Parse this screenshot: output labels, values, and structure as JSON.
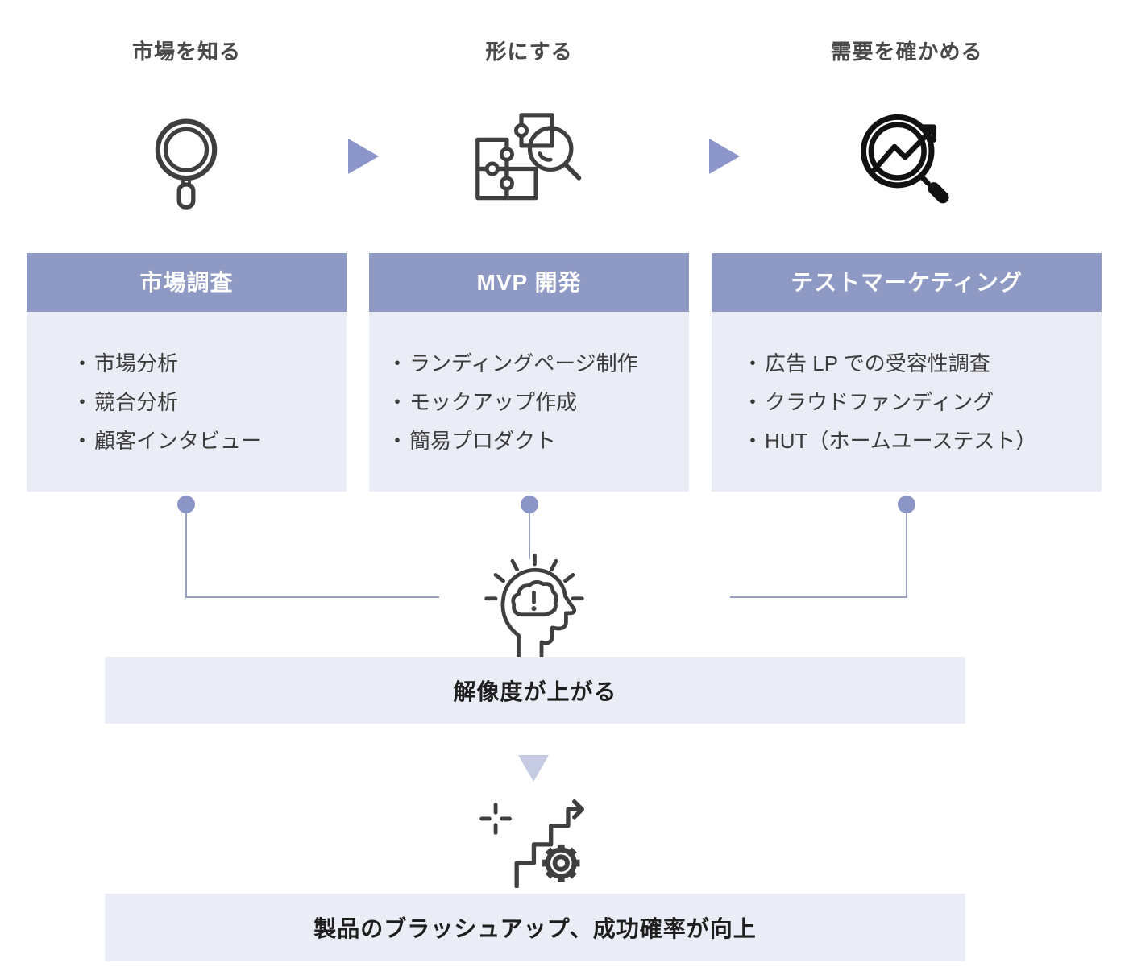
{
  "diagram": {
    "phases": [
      {
        "label": "市場を知る",
        "icon": "magnifier-icon",
        "box_title": "市場調査",
        "items": [
          "市場分析",
          "競合分析",
          "顧客インタビュー"
        ]
      },
      {
        "label": "形にする",
        "icon": "puzzle-search-icon",
        "box_title": "MVP 開発",
        "items": [
          "ランディングページ制作",
          "モックアップ作成",
          "簡易プロダクト"
        ]
      },
      {
        "label": "需要を確かめる",
        "icon": "chart-search-icon",
        "box_title": "テストマーケティング",
        "items": [
          "広告 LP での受容性調査",
          "クラウドファンディング",
          "HUT（ホームユーステスト）"
        ]
      }
    ],
    "bullet": "・",
    "insight_icon": "insight-head-icon",
    "outcome_primary": "解像度が上がる",
    "improve_icon": "stairs-gear-icon",
    "outcome_secondary": "製品のブラッシュアップ、成功確率が向上",
    "colors": {
      "header_bg": "#8e99c4",
      "panel_bg": "#ebedf6",
      "flow_arrow": "#8b95c9",
      "connector_dot": "#8b96c7",
      "connector_line": "#9aa1bf",
      "down_triangle": "#c5cbe3",
      "icon_stroke": "#3f3f3f",
      "heading_text": "#4a4a4a",
      "body_text": "#3c3c3c",
      "band_text": "#1e1e1e"
    }
  }
}
